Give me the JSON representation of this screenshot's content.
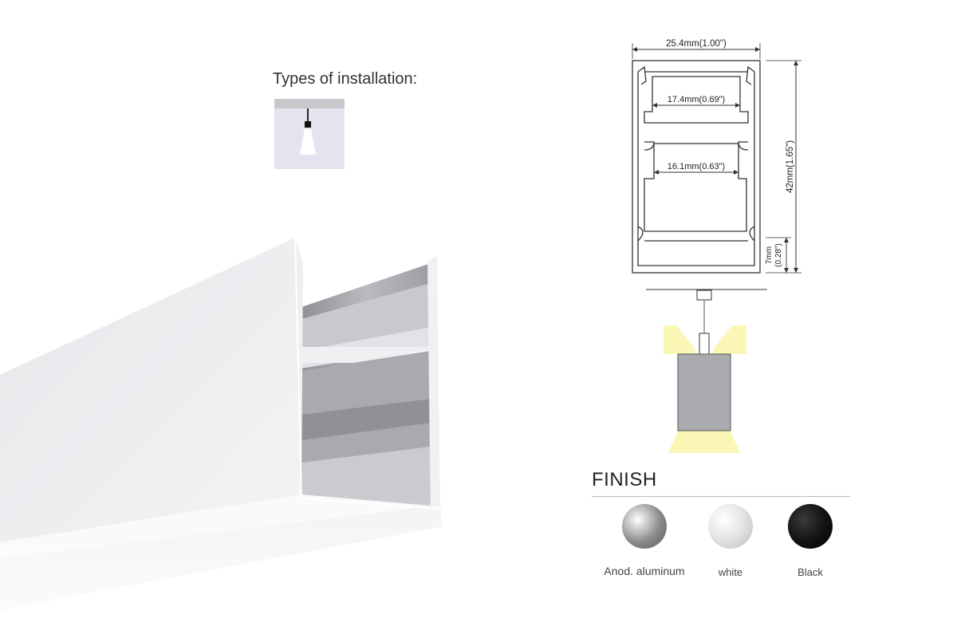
{
  "installation": {
    "title": "Types of installation:",
    "icon": "pendant-lamp-icon"
  },
  "drawing": {
    "width_label": "25.4mm(1.00\")",
    "upper_channel_label": "17.4mm(0.69\")",
    "lower_channel_label": "16.1mm(0.63\")",
    "height_label": "42mm(1.65\")",
    "base_label_mm": "7mm",
    "base_label_in": "(0.28\")",
    "light_color": "#f5f07a"
  },
  "finish": {
    "title": "FINISH",
    "options": [
      {
        "label": "Anod. aluminum",
        "color": "#9a9a9a"
      },
      {
        "label": "white",
        "color": "#e8e8e8"
      },
      {
        "label": "Black",
        "color": "#111111"
      }
    ]
  }
}
